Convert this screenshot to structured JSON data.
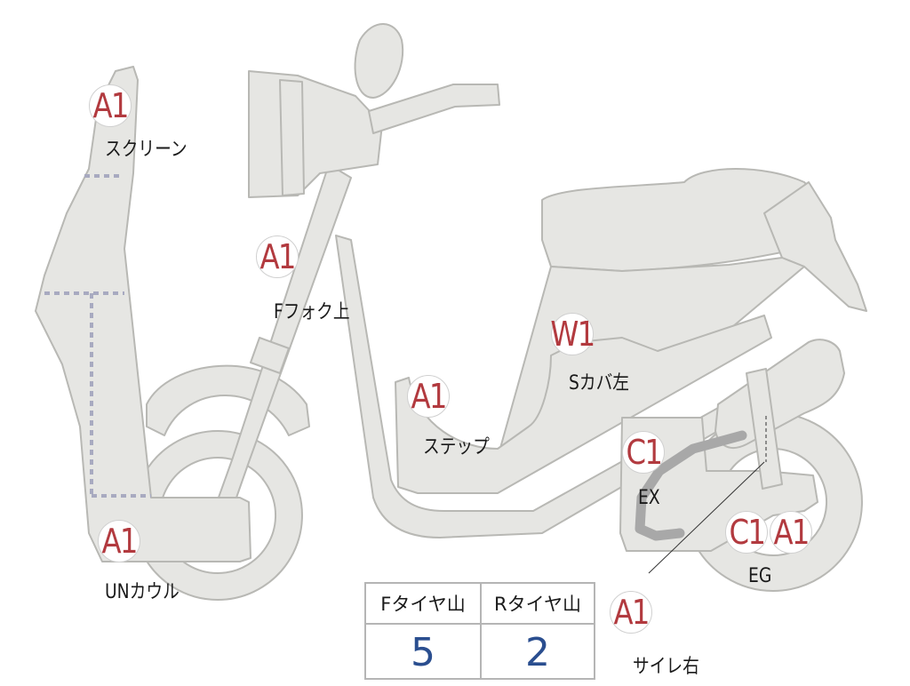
{
  "parts": [
    {
      "id": "screen",
      "grade": "A1",
      "label": "スクリーン"
    },
    {
      "id": "f-fork-upper",
      "grade": "A1",
      "label": "Fフォク上"
    },
    {
      "id": "s-cover-left",
      "grade": "W1",
      "label": "Sカバ左"
    },
    {
      "id": "step",
      "grade": "A1",
      "label": "ステップ"
    },
    {
      "id": "exhaust",
      "grade": "C1",
      "label": "EX"
    },
    {
      "id": "under-cowl",
      "grade": "A1",
      "label": "UNカウル"
    },
    {
      "id": "engine",
      "grades": [
        "C1",
        "A1"
      ],
      "label": "EG"
    },
    {
      "id": "muffler-right",
      "grade": "A1",
      "label": "サイレ右"
    }
  ],
  "tire_table": {
    "front_header": "Fタイヤ山",
    "rear_header": "Rタイヤ山",
    "front_value": "5",
    "rear_value": "2"
  },
  "colors": {
    "body_fill": "#e6e6e3",
    "body_stroke": "#b8b8b4",
    "grade_text": "#b23a3f",
    "value_text": "#2a4e8f",
    "exhaust_pipe": "#a8a8a8"
  }
}
